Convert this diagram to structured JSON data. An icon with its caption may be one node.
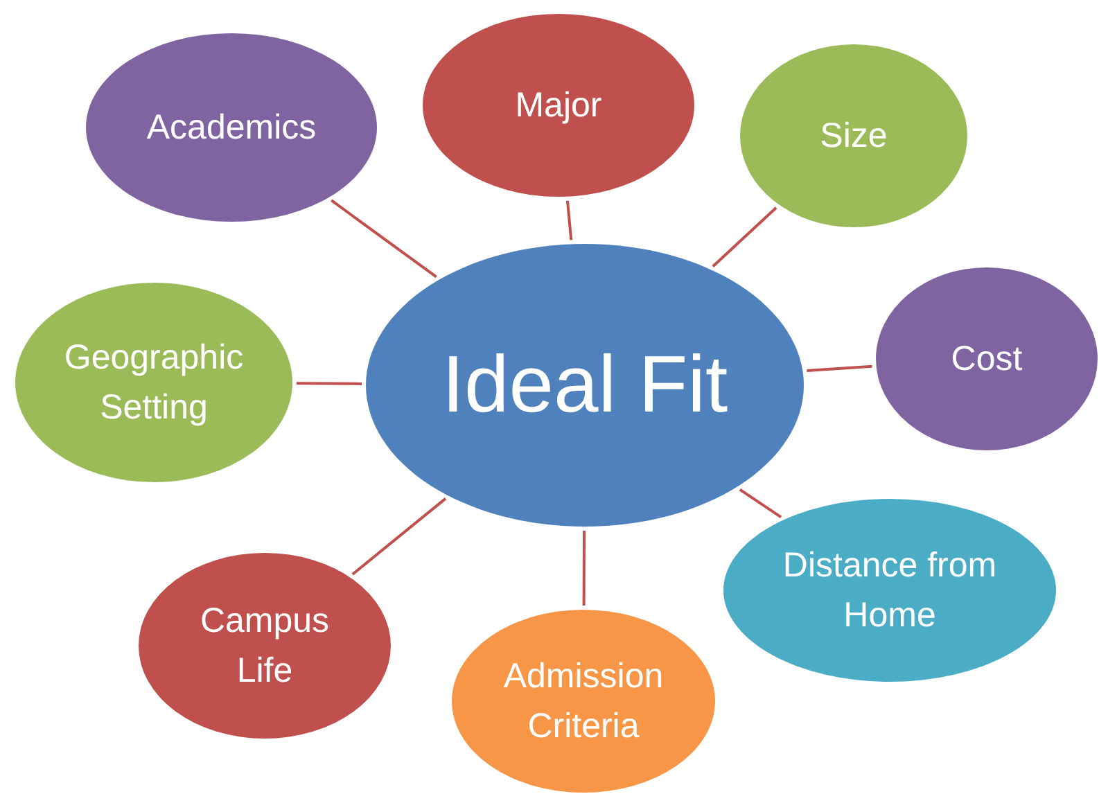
{
  "diagram": {
    "nodes": [
      {
        "text": [
          "Ideal Fit"
        ]
      },
      {
        "text": [
          "Academics"
        ]
      },
      {
        "text": [
          "Major"
        ]
      },
      {
        "text": [
          "Size"
        ]
      },
      {
        "text": [
          "Geographic Setting"
        ]
      },
      {
        "text": [
          "Cost"
        ]
      },
      {
        "text": [
          "Distance from Home"
        ]
      },
      {
        "text": [
          "Campus Life"
        ]
      },
      {
        "text": [
          "Admission Criteria"
        ]
      }
    ],
    "edges": [
      {
        "from": 0,
        "to": 1,
        "arrow": "none"
      },
      {
        "from": 0,
        "to": 2,
        "arrow": "none"
      },
      {
        "from": 0,
        "to": 3,
        "arrow": "none"
      },
      {
        "from": 0,
        "to": 4,
        "arrow": "none"
      },
      {
        "from": 0,
        "to": 5,
        "arrow": "none"
      },
      {
        "from": 0,
        "to": 6,
        "arrow": "none"
      },
      {
        "from": 0,
        "to": 7,
        "arrow": "none"
      },
      {
        "from": 0,
        "to": 8,
        "arrow": "none"
      }
    ]
  }
}
